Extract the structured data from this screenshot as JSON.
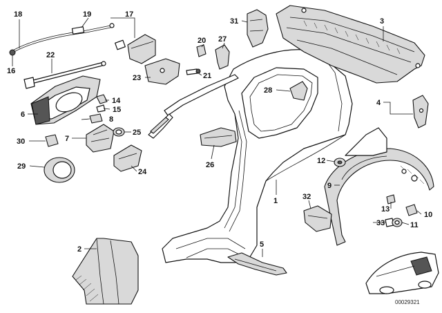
{
  "diagram": {
    "reference_code": "00029321",
    "callouts": [
      {
        "id": "c1",
        "label": "1"
      },
      {
        "id": "c2",
        "label": "2"
      },
      {
        "id": "c3",
        "label": "3"
      },
      {
        "id": "c4",
        "label": "4"
      },
      {
        "id": "c5",
        "label": "5"
      },
      {
        "id": "c6",
        "label": "6"
      },
      {
        "id": "c7",
        "label": "7"
      },
      {
        "id": "c8",
        "label": "8"
      },
      {
        "id": "c9",
        "label": "9"
      },
      {
        "id": "c10",
        "label": "10"
      },
      {
        "id": "c11",
        "label": "11"
      },
      {
        "id": "c12",
        "label": "12"
      },
      {
        "id": "c13",
        "label": "13"
      },
      {
        "id": "c14",
        "label": "14"
      },
      {
        "id": "c15",
        "label": "15"
      },
      {
        "id": "c16",
        "label": "16"
      },
      {
        "id": "c17",
        "label": "17"
      },
      {
        "id": "c18",
        "label": "18"
      },
      {
        "id": "c19",
        "label": "19"
      },
      {
        "id": "c20",
        "label": "20"
      },
      {
        "id": "c21",
        "label": "21"
      },
      {
        "id": "c22",
        "label": "22"
      },
      {
        "id": "c23",
        "label": "23"
      },
      {
        "id": "c24",
        "label": "24"
      },
      {
        "id": "c25",
        "label": "25"
      },
      {
        "id": "c26",
        "label": "26"
      },
      {
        "id": "c27",
        "label": "27"
      },
      {
        "id": "c28",
        "label": "28"
      },
      {
        "id": "c29",
        "label": "29"
      },
      {
        "id": "c30",
        "label": "30"
      },
      {
        "id": "c31",
        "label": "31"
      },
      {
        "id": "c32",
        "label": "32"
      },
      {
        "id": "c33",
        "label": "33"
      }
    ]
  }
}
